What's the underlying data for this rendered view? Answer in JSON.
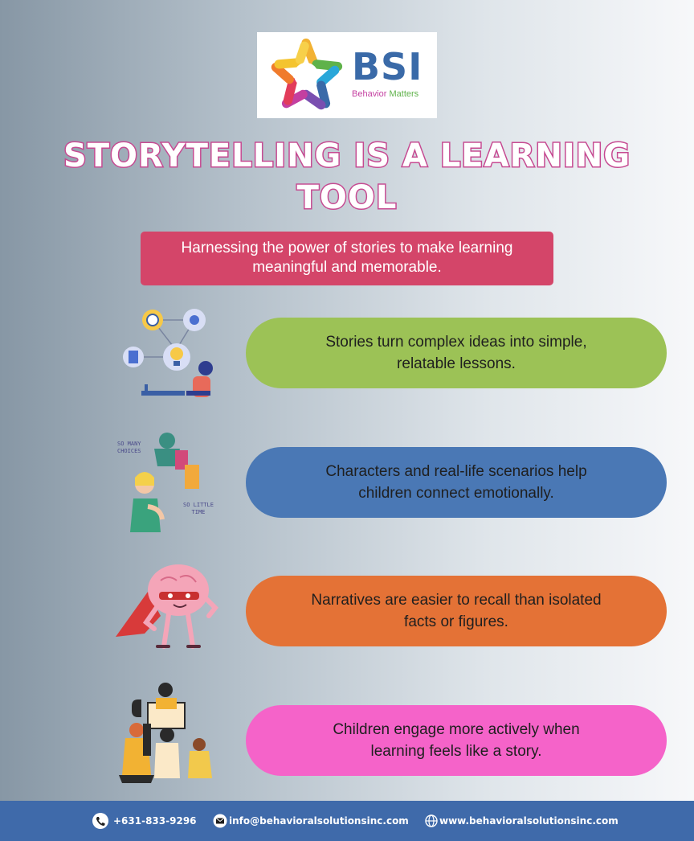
{
  "logo": {
    "brand": "BSI",
    "tagline_part1": "Behavior",
    "tagline_part2": "Matters"
  },
  "headline": {
    "line1": "STORYTELLING IS A LEARNING",
    "line2": "TOOL"
  },
  "subtitle": {
    "line1": "Harnessing the power of stories to make learning",
    "line2": "meaningful and memorable."
  },
  "points": [
    {
      "line1": "Stories turn complex ideas into simple,",
      "line2": "relatable lessons.",
      "color": "#9cc256"
    },
    {
      "line1": "Characters and real-life scenarios help",
      "line2": "children connect emotionally.",
      "color": "#4a78b5"
    },
    {
      "line1": "Narratives are easier to recall than isolated",
      "line2": "facts or figures.",
      "color": "#e47236"
    },
    {
      "line1": "Children engage more actively when",
      "line2": "learning feels like a story.",
      "color": "#f563c9"
    }
  ],
  "illustration_text": {
    "so_many": "SO MANY",
    "choices": "CHOICES",
    "so_little": "SO LITTLE",
    "time": "TIME"
  },
  "footer": {
    "phone": "+631-833-9296",
    "email": "info@behavioralsolutionsinc.com",
    "website": "www.behavioralsolutionsinc.com"
  },
  "icons": [
    "phone-icon",
    "mail-icon",
    "globe-icon"
  ],
  "colors": {
    "headline_outline": "#c64b92",
    "subtitle_bg": "#d44569",
    "footer_bg": "#3f6aaa",
    "brand_blue": "#3a6aa8"
  }
}
